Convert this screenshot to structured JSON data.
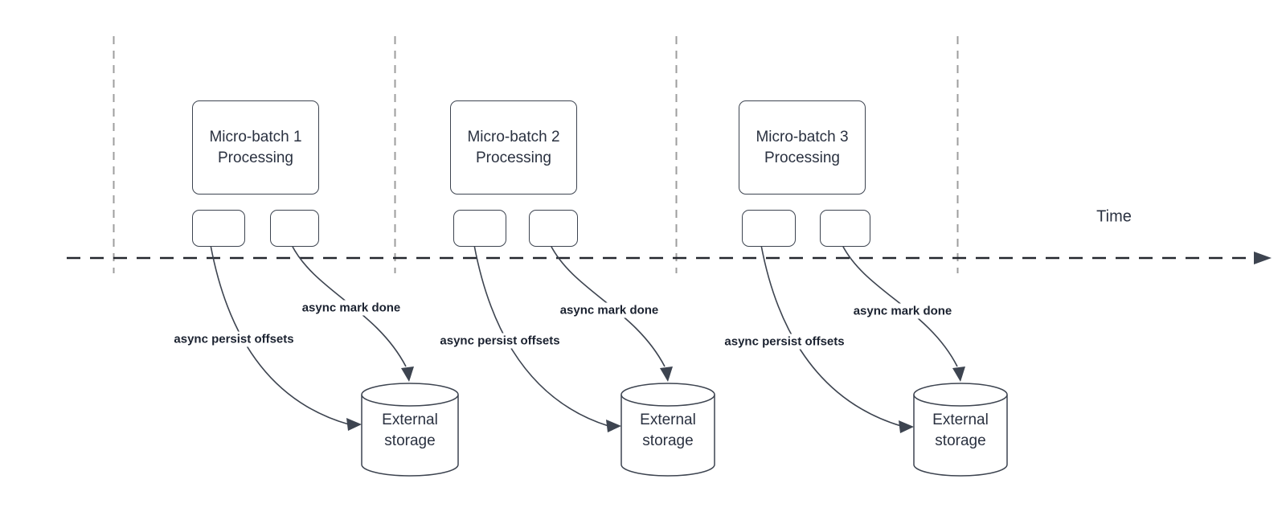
{
  "diagram": {
    "time_label": "Time",
    "batches": [
      {
        "title_line1": "Micro-batch 1",
        "title_line2": "Processing",
        "persist_label": "async persist offsets",
        "done_label": "async mark done",
        "storage_line1": "External",
        "storage_line2": "storage"
      },
      {
        "title_line1": "Micro-batch 2",
        "title_line2": "Processing",
        "persist_label": "async persist offsets",
        "done_label": "async mark done",
        "storage_line1": "External",
        "storage_line2": "storage"
      },
      {
        "title_line1": "Micro-batch 3",
        "title_line2": "Processing",
        "persist_label": "async persist offsets",
        "done_label": "async mark done",
        "storage_line1": "External",
        "storage_line2": "storage"
      }
    ],
    "colors": {
      "shape_stroke": "#3d4450",
      "shape_fill": "#ffffff",
      "text": "#2a3140",
      "label_text": "#1b2230",
      "guide_line": "#9e9e9e",
      "timeline": "#23272e"
    }
  }
}
